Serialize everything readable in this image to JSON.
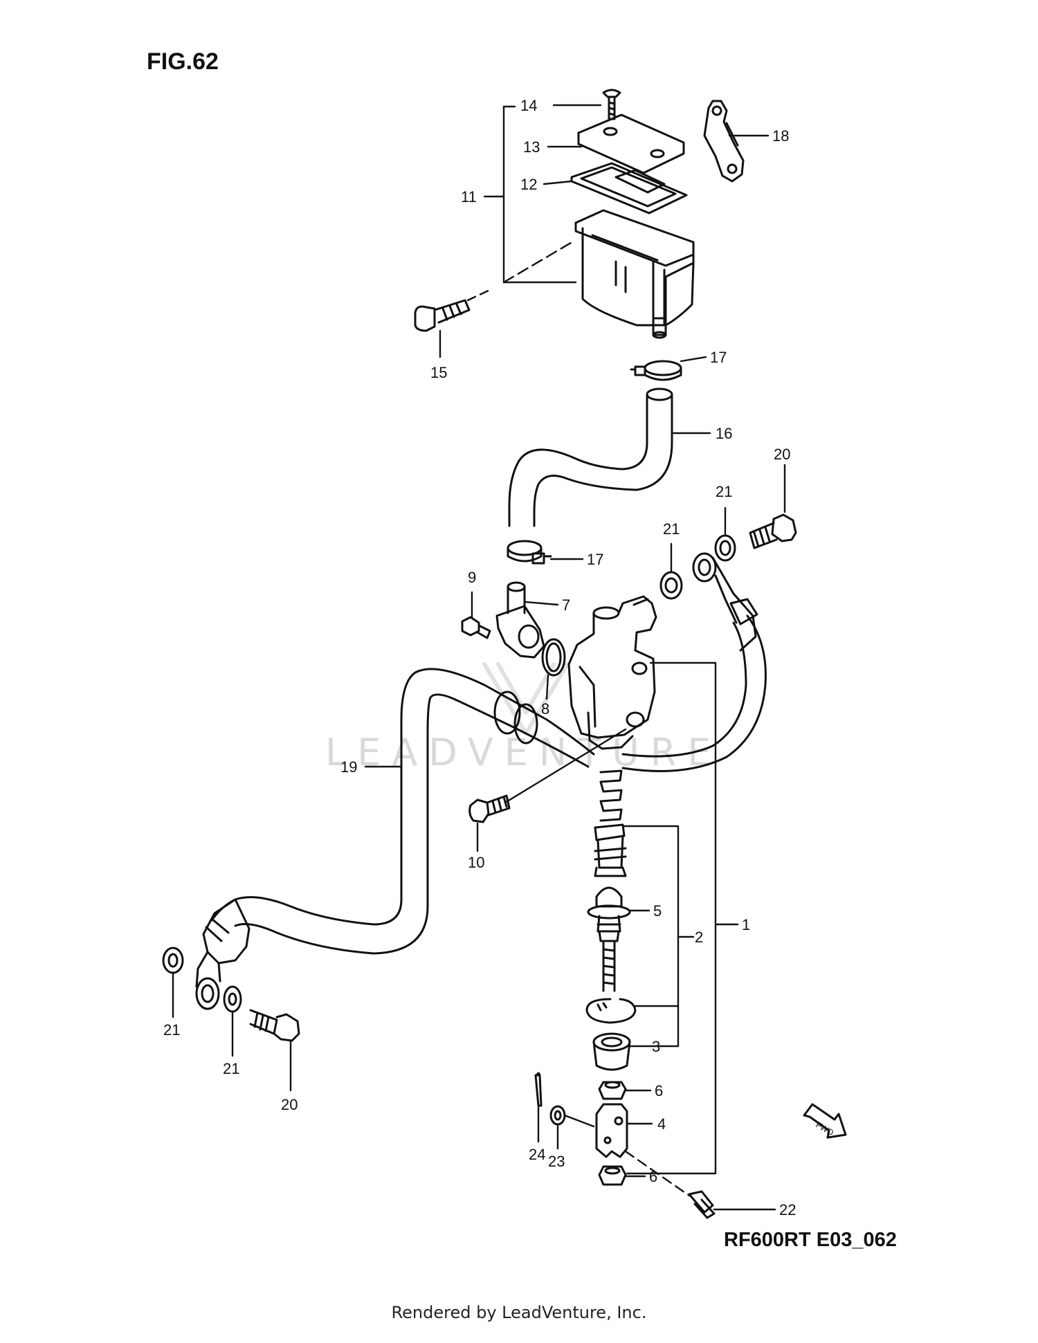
{
  "figure": {
    "title": "FIG.62",
    "code": "RF600RT E03_062",
    "footer": "Rendered by LeadVenture, Inc.",
    "watermark": "LEADVENTURE",
    "direction_arrow": "FWD"
  },
  "callouts": [
    "1",
    "2",
    "3",
    "4",
    "5",
    "6",
    "6",
    "7",
    "8",
    "9",
    "10",
    "11",
    "12",
    "13",
    "14",
    "15",
    "16",
    "17",
    "17",
    "18",
    "19",
    "20",
    "20",
    "21",
    "21",
    "21",
    "21",
    "22",
    "23",
    "24"
  ]
}
